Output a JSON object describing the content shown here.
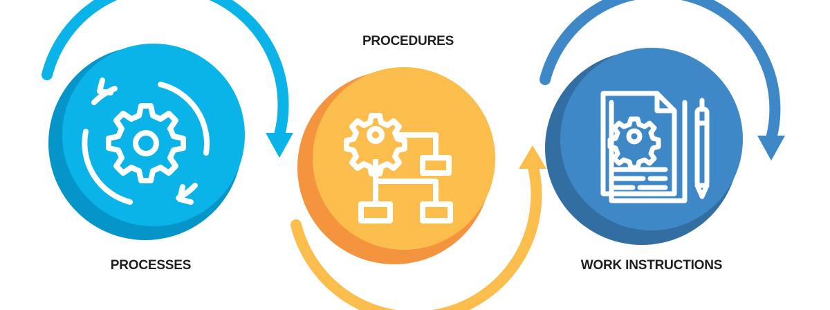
{
  "steps": [
    {
      "label": "PROCESSES",
      "icon": "gear-cycle-icon",
      "color": "#0bb4e8",
      "shade": "#0595c9"
    },
    {
      "label": "PROCEDURES",
      "icon": "flowchart-icon",
      "color": "#fbbd4c",
      "shade": "#f5943f"
    },
    {
      "label": "WORK INSTRUCTIONS",
      "icon": "document-pen-icon",
      "color": "#3f88c8",
      "shade": "#336ea3"
    }
  ]
}
